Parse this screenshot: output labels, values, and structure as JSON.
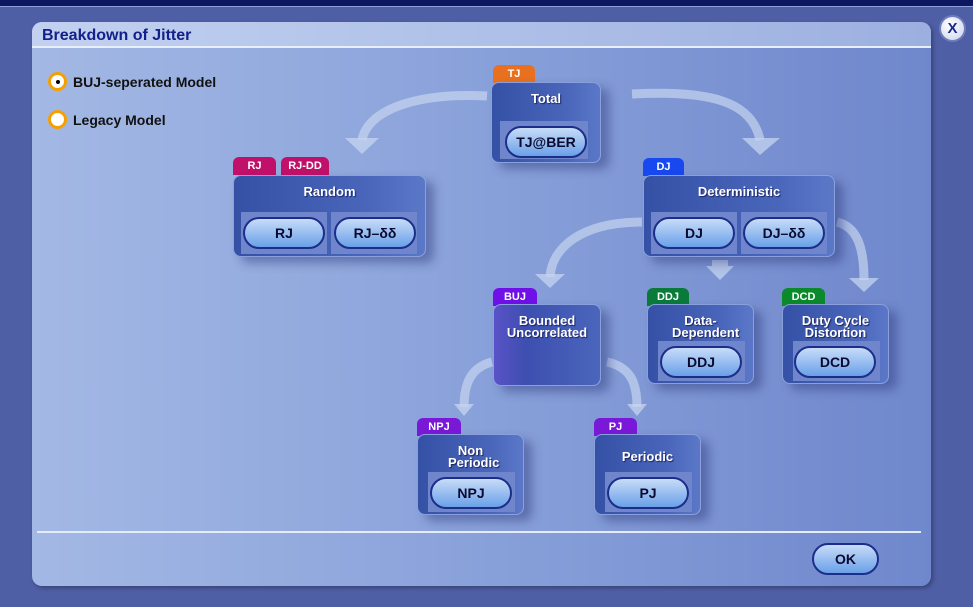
{
  "dialog": {
    "title": "Breakdown of Jitter",
    "close_label": "X",
    "ok_label": "OK"
  },
  "model": {
    "options": [
      {
        "label": "BUJ-seperated Model",
        "selected": true
      },
      {
        "label": "Legacy Model",
        "selected": false
      }
    ]
  },
  "nodes": {
    "total": {
      "tabs": [
        "TJ"
      ],
      "title": "Total",
      "buttons": [
        "TJ@BER"
      ]
    },
    "random": {
      "tabs": [
        "RJ",
        "RJ-DD"
      ],
      "title": "Random",
      "buttons": [
        "RJ",
        "RJ–δδ"
      ]
    },
    "deterministic": {
      "tabs": [
        "DJ"
      ],
      "title": "Deterministic",
      "buttons": [
        "DJ",
        "DJ–δδ"
      ]
    },
    "buj": {
      "tabs": [
        "BUJ"
      ],
      "title": "Bounded Uncorrelated"
    },
    "ddj": {
      "tabs": [
        "DDJ"
      ],
      "title": "Data-Dependent",
      "buttons": [
        "DDJ"
      ]
    },
    "dcd": {
      "tabs": [
        "DCD"
      ],
      "title": "Duty Cycle Distortion",
      "buttons": [
        "DCD"
      ]
    },
    "npj": {
      "tabs": [
        "NPJ"
      ],
      "title": "Non Periodic",
      "buttons": [
        "NPJ"
      ]
    },
    "pj": {
      "tabs": [
        "PJ"
      ],
      "title": "Periodic",
      "buttons": [
        "PJ"
      ]
    }
  },
  "colors": {
    "tj": "#e8701e",
    "rj": "#c0106a",
    "dj": "#1848f0",
    "buj": "#7010e8",
    "ddj": "#0a7a3a",
    "dcd": "#0a8a2a",
    "npj": "#7a18d8",
    "pj": "#7a18d8"
  }
}
